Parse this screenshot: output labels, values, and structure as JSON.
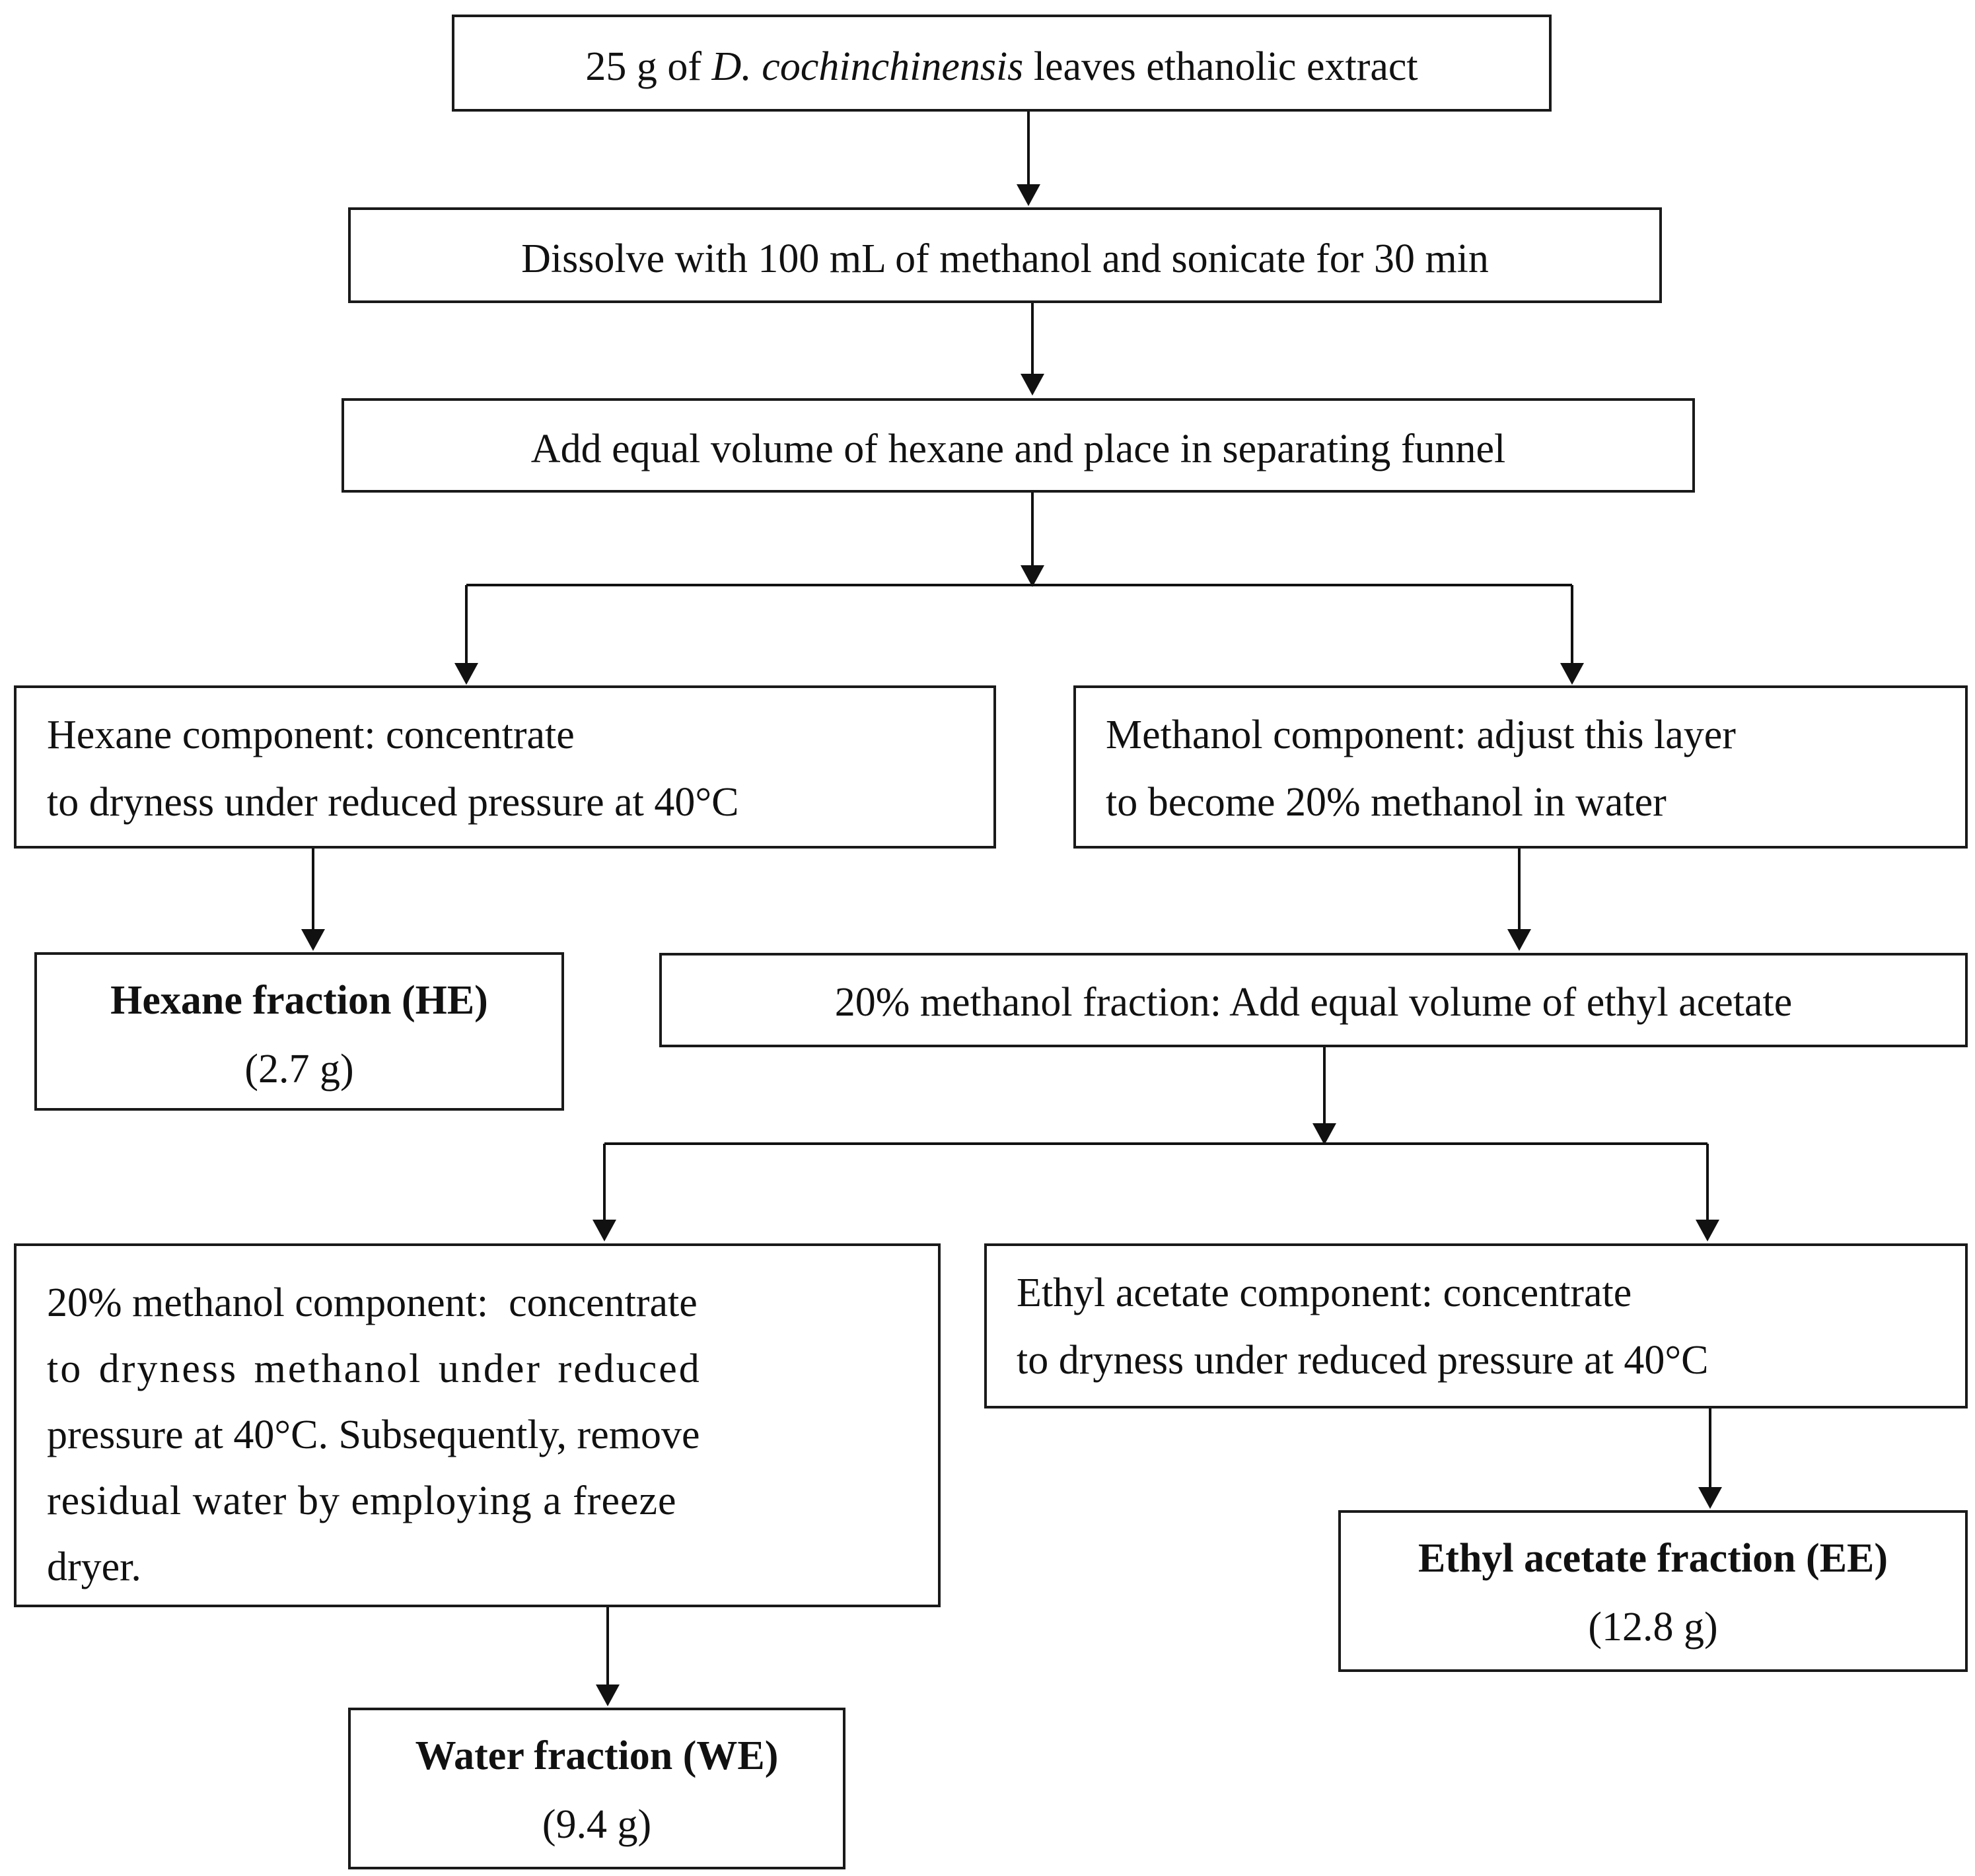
{
  "nodes": {
    "start": {
      "prefix": "25 g of ",
      "italic": "D. cochinchinensis",
      "suffix": " leaves ethanolic extract"
    },
    "dissolve": {
      "text": "Dissolve with 100 mL of methanol and sonicate for 30 min"
    },
    "add_hexane": {
      "text": "Add equal volume of hexane and place in separating funnel"
    },
    "hexane_component": {
      "line1": "Hexane component: concentrate",
      "line2": "to dryness under reduced pressure at 40°C"
    },
    "methanol_component": {
      "line1": "Methanol component: adjust this layer",
      "line2": "to become 20% methanol in water"
    },
    "hexane_fraction": {
      "title": "Hexane fraction (HE)",
      "amount": "(2.7 g)"
    },
    "methanol20_fraction": {
      "text": "20% methanol fraction: Add equal volume of ethyl acetate"
    },
    "methanol20_component": {
      "line1": "20% methanol component:  concentrate",
      "line2": "to dryness methanol under reduced",
      "line3": "pressure at 40°C. Subsequently, remove",
      "line4": "residual water by employing a freeze",
      "line5": "dryer."
    },
    "ethyl_component": {
      "line1": "Ethyl acetate component: concentrate",
      "line2": "to dryness under reduced pressure at 40°C"
    },
    "ethyl_fraction": {
      "title": "Ethyl acetate fraction (EE)",
      "amount": "(12.8 g)"
    },
    "water_fraction": {
      "title": "Water fraction (WE)",
      "amount": "(9.4 g)"
    }
  }
}
